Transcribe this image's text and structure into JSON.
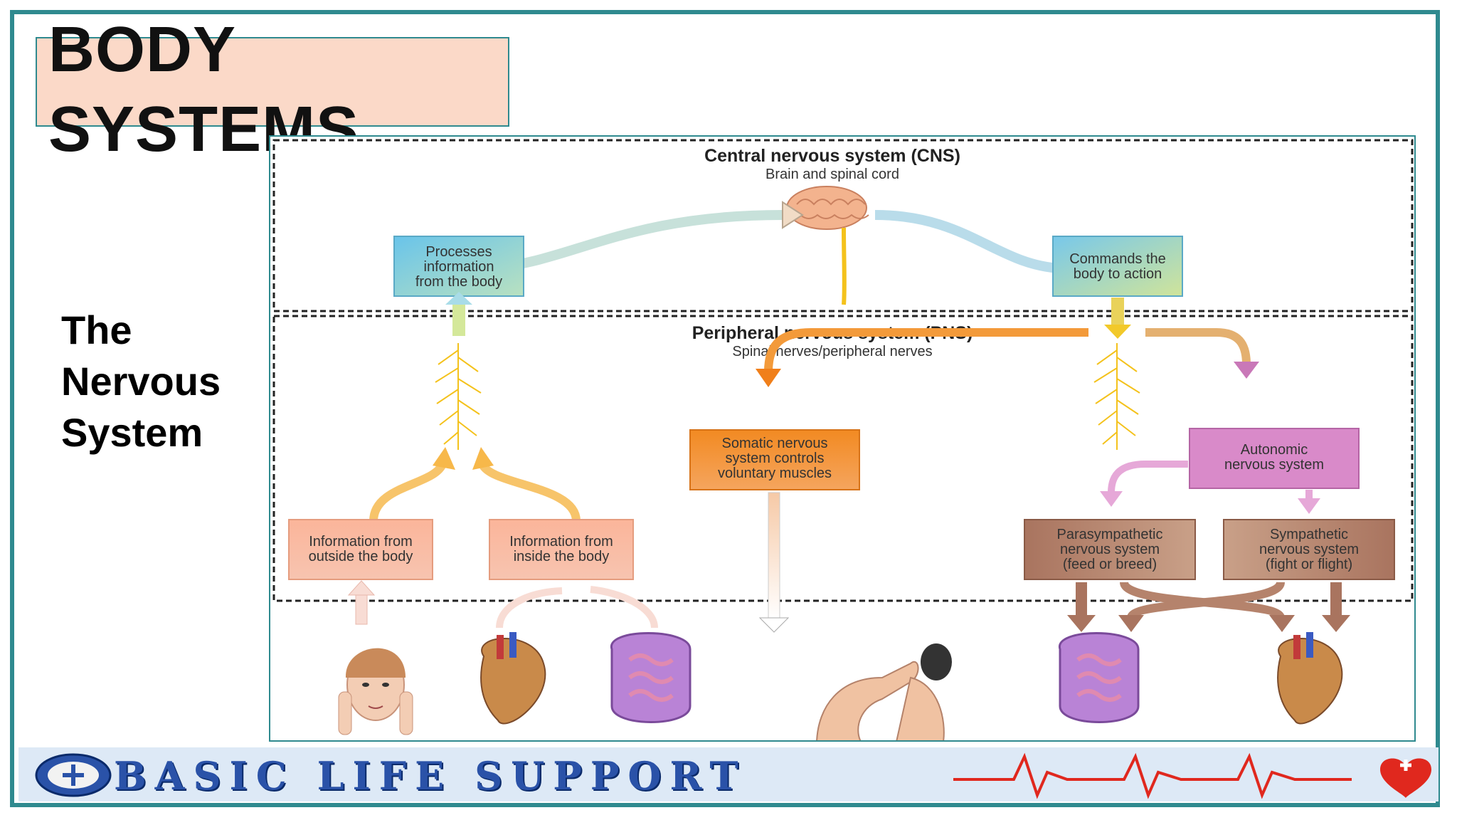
{
  "slide": {
    "title": "BODY\nSYSTEMS",
    "subtitle": "The\nNervous\nSystem"
  },
  "diagram": {
    "cns": {
      "title": "Central nervous system (CNS)",
      "subtitle": "Brain and spinal cord"
    },
    "pns": {
      "title": "Peripheral nervous system (PNS)",
      "subtitle": "Spinal nerves/peripheral nerves"
    },
    "boxes": {
      "processes": [
        "Processes",
        "information",
        "from the body"
      ],
      "commands": [
        "Commands the",
        "body to action"
      ],
      "somatic": [
        "Somatic nervous",
        "system controls",
        "voluntary muscles"
      ],
      "autonomic": [
        "Autonomic",
        "nervous system"
      ],
      "outside": [
        "Information from",
        "outside the body"
      ],
      "inside": [
        "Information from",
        "inside the body"
      ],
      "parasympathetic": [
        "Parasympathetic",
        "nervous system",
        "(feed or breed)"
      ],
      "sympathetic": [
        "Sympathetic",
        "nervous system",
        "(fight or flight)"
      ]
    }
  },
  "banner": {
    "text": "BASIC LIFE SUPPORT"
  },
  "colors": {
    "frame": "#2f8a8f",
    "title_fill": "#fbd9c8",
    "banner_text": "#2a52a8",
    "somatic": "#f08a2a",
    "autonomic": "#d77bc4",
    "brown_box": "#b27a60",
    "info_box": "#f8b8a0",
    "cns_box": "#7ccbe8"
  }
}
